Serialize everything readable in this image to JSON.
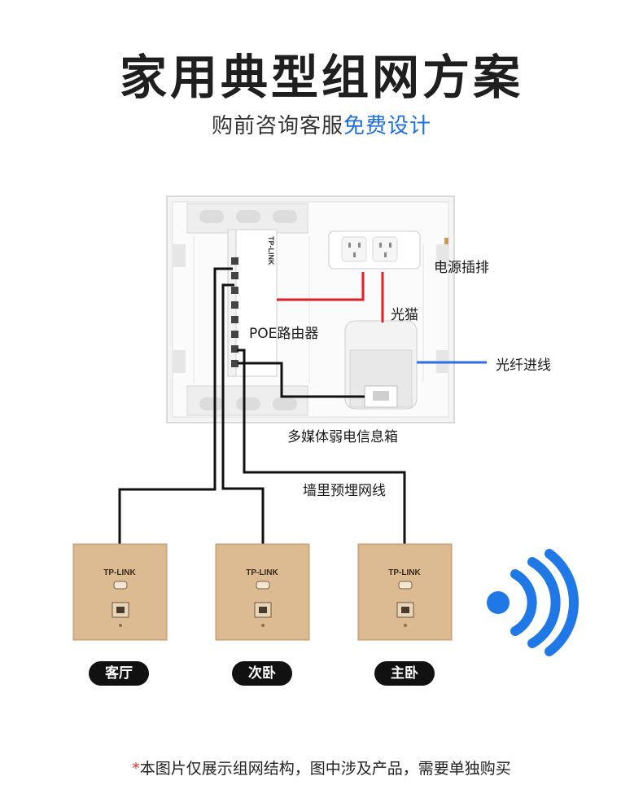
{
  "header": {
    "title": "家用典型组网方案",
    "subtitle_prefix": "购前咨询客服",
    "subtitle_highlight": "免费设计"
  },
  "colors": {
    "highlight": "#1f6fe0",
    "power_line": "#e02020",
    "fiber_line": "#2a6fe8",
    "cable_line": "#111111",
    "panel_gold": "#d8b48a",
    "footnote_star": "#e53030"
  },
  "diagram": {
    "labels": {
      "power_strip": "电源插排",
      "modem": "光猫",
      "fiber_in": "光纤进线",
      "router": "POE路由器",
      "box": "多媒体弱电信息箱",
      "cabling": "墙里预埋网线"
    },
    "router_brand": "TP-LINK",
    "panel_brand": "TP-LINK",
    "rooms": [
      {
        "name": "客厅",
        "brand": "TP-LINK"
      },
      {
        "name": "次卧",
        "brand": "TP-LINK"
      },
      {
        "name": "主卧",
        "brand": "TP-LINK"
      }
    ],
    "wifi_icon": "wifi-icon"
  },
  "footnote": {
    "star": "*",
    "text": "本图片仅展示组网结构，图中涉及产品，需要单独购买"
  }
}
